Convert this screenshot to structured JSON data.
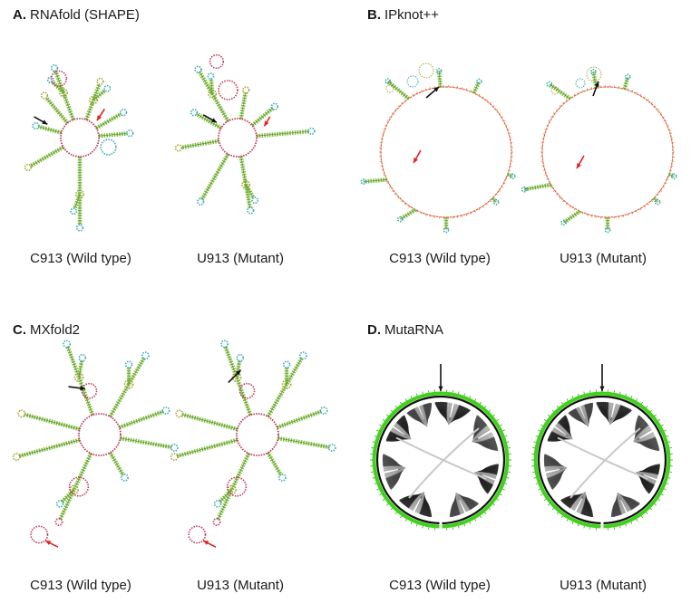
{
  "figure": {
    "panels": [
      {
        "letter": "A.",
        "title": "RNAfold (SHAPE)",
        "captions": [
          "C913 (Wild type)",
          "U913 (Mutant)"
        ]
      },
      {
        "letter": "B.",
        "title": "IPknot++",
        "captions": [
          "C913 (Wild type)",
          "U913 (Mutant)"
        ]
      },
      {
        "letter": "C.",
        "title": "MXfold2",
        "captions": [
          "C913 (Wild type)",
          "U913 (Mutant)"
        ]
      },
      {
        "letter": "D.",
        "title": "MutaRNA",
        "captions": [
          "C913 (Wild type)",
          "U913 (Mutant)"
        ]
      }
    ],
    "colors": {
      "stem": "#7dbb3c",
      "loop_red": "#c03a5a",
      "loop_olive": "#a8a23a",
      "loop_teal": "#3aa9b5",
      "ring_red": "#d8663c",
      "arrow_black": "#111111",
      "arrow_red": "#e02020",
      "circos_green": "#3fd21a",
      "circos_arc": "#222222"
    }
  }
}
